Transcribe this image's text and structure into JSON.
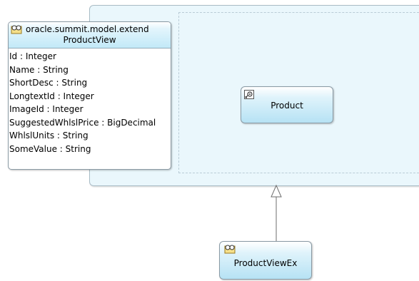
{
  "view_object": {
    "title_line1": "oracle.summit.model.extend",
    "title_line2": "ProductView",
    "attributes": [
      "Id : Integer",
      "Name : String",
      "ShortDesc : String",
      "LongtextId : Integer",
      "ImageId : Integer",
      "SuggestedWhlslPrice : BigDecimal",
      "WhlslUnits : String",
      "SomeValue : String"
    ],
    "icon": "view-object-glasses-icon"
  },
  "entity": {
    "label": "Product",
    "icon": "entity-gear-icon"
  },
  "extension": {
    "label": "ProductViewEx",
    "icon": "view-object-glasses-icon"
  },
  "colors": {
    "container_fill": "#eaf7fc",
    "node_fill": "#b6e2f4",
    "border": "#8a9aa4",
    "arrow": "#6e6e6e"
  }
}
